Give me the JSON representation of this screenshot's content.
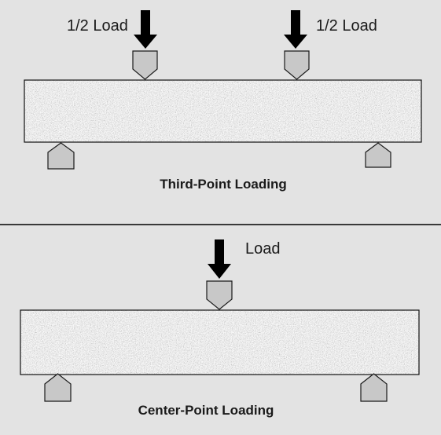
{
  "figure": {
    "panels": [
      {
        "id": "third-point",
        "caption": "Third-Point Loading",
        "load_labels": [
          "1/2 Load",
          "1/2 Load"
        ]
      },
      {
        "id": "center-point",
        "caption": "Center-Point Loading",
        "load_labels": [
          "Load"
        ]
      }
    ]
  },
  "colors": {
    "background": "#e3e3e3",
    "loading_head_fill": "#c8c8c8",
    "support_fill": "#c8c8c8",
    "arrow": "#000000",
    "divider": "#3a3a3a"
  }
}
